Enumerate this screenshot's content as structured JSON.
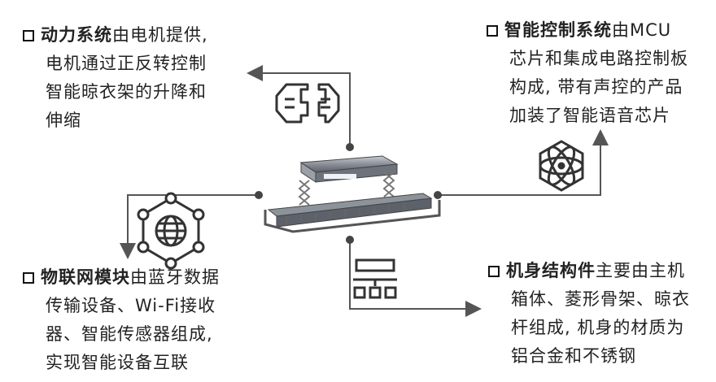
{
  "colors": {
    "text": "#222222",
    "line": "#555555",
    "dot": "#444444",
    "icon": "#333333"
  },
  "blocks": {
    "power": {
      "title": "动力系统",
      "first_rest": "由电机提供,",
      "lines": [
        "电机通过正反转控制",
        "智能晾衣架的升降和",
        "伸缩"
      ]
    },
    "control": {
      "title": "智能控制系统",
      "first_rest": "由MCU",
      "lines": [
        "芯片和集成电路控制板",
        "构成, 带有声控的产品",
        "加装了智能语音芯片"
      ]
    },
    "iot": {
      "title": "物联网模块",
      "first_rest": "由蓝牙数据",
      "lines": [
        "传输设备、Wi-Fi接收",
        "器、智能传感器组成,",
        "实现智能设备互联"
      ]
    },
    "body": {
      "title": "机身结构件",
      "first_rest": "主要由主机",
      "lines": [
        "箱体、菱形骨架、晾衣",
        "杆组成, 机身的材质为",
        "铝合金和不锈钢"
      ]
    }
  },
  "icons": [
    "gear-panel-icon",
    "atom-icon",
    "network-globe-icon",
    "layout-blocks-icon",
    "clothes-rack-product"
  ]
}
